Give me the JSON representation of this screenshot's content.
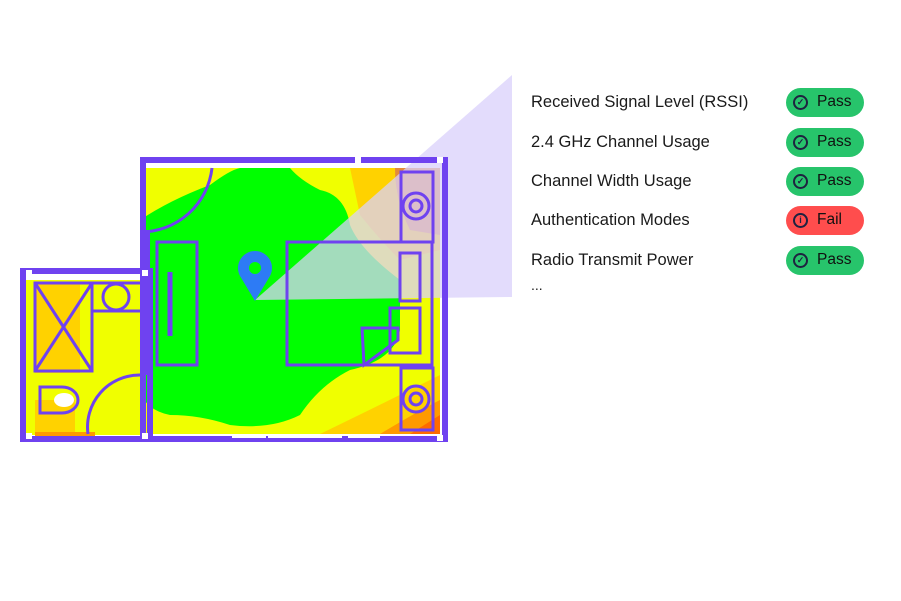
{
  "checks": [
    {
      "label": "Received Signal Level (RSSI)",
      "status": "Pass",
      "icon": "check-circle-icon"
    },
    {
      "label": "2.4 GHz Channel Usage",
      "status": "Pass",
      "icon": "check-circle-icon"
    },
    {
      "label": "Channel Width Usage",
      "status": "Pass",
      "icon": "check-circle-icon"
    },
    {
      "label": "Authentication Modes",
      "status": "Fail",
      "icon": "info-circle-icon"
    },
    {
      "label": "Radio Transmit Power",
      "status": "Pass",
      "icon": "check-circle-icon"
    }
  ],
  "more": "...",
  "colors": {
    "pass": "#27c46b",
    "fail": "#ff4d4d",
    "wall": "#6f42f0",
    "pin": "#2d7bf5",
    "callout": "#d9d0fb"
  }
}
